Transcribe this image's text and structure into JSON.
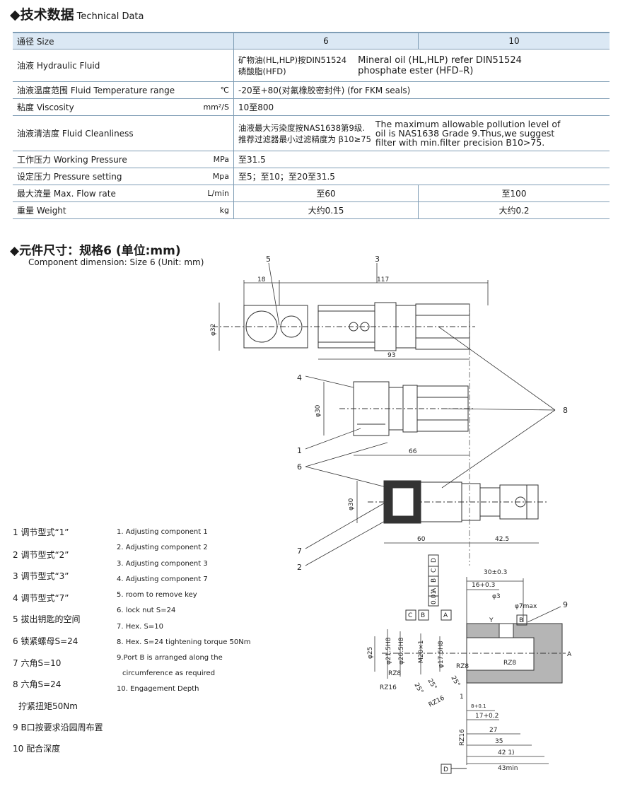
{
  "header": {
    "title_cn": "◆技术数据",
    "title_en": "Technical Data"
  },
  "table": {
    "rows": [
      {
        "label": "通径 Size",
        "unit": "",
        "c6": "6",
        "c10": "10"
      },
      {
        "label": "油液 Hydraulic Fluid",
        "unit": "",
        "cn1": "矿物油(HL,HLP)按DIN51524",
        "cn2": "磷酸脂(HFD)",
        "en1": "Mineral oil (HL,HLP) refer DIN51524",
        "en2": "phosphate ester (HFD–R)"
      },
      {
        "label": "油液温度范围 Fluid Temperature range",
        "unit": "℃",
        "value": "-20至+80(对氟橡胶密封件) (for FKM seals)"
      },
      {
        "label": "粘度 Viscosity",
        "unit": "mm²/S",
        "value": "10至800"
      },
      {
        "label": "油液清洁度 Fluid Cleanliness",
        "unit": "",
        "cn1": "油液最大污染度按NAS1638第9级.",
        "cn2": "推荐过滤器最小过滤精度为 β10≥75",
        "en1": "The maximum allowable pollution level of",
        "en2": "oil is NAS1638 Grade 9.Thus,we suggest",
        "en3": "filter with min.filter precision B10>75."
      },
      {
        "label": "工作压力 Working Pressure",
        "unit": "MPa",
        "value": "至31.5"
      },
      {
        "label": "设定压力 Pressure setting",
        "unit": "Mpa",
        "value": "至5；至10；至20至31.5"
      },
      {
        "label": "最大流量 Max. Flow rate",
        "unit": "L/min",
        "c6": "至60",
        "c10": "至100"
      },
      {
        "label": "重量 Weight",
        "unit": "kg",
        "c6": "大约0.15",
        "c10": "大约0.2"
      }
    ]
  },
  "section2": {
    "title": "◆元件尺寸：规格6 (单位:mm)",
    "subtitle": "Component dimension: Size 6 (Unit: mm)"
  },
  "legend_cn": [
    "1 调节型式“1”",
    "2 调节型式“2”",
    "3 调节型式“3”",
    "4 调节型式“7”",
    "5 拔出钥匙的空间",
    "6 锁紧螺母S=24",
    "7 六角S=10",
    "8 六角S=24",
    "拧紧扭矩50Nm",
    "9 B口按要求沿园周布置",
    "10 配合深度"
  ],
  "legend_en": [
    "1. Adjusting component  1",
    "2. Adjusting component  2",
    "3. Adjusting component  3",
    "4. Adjusting component  7",
    "5. room to remove key",
    "6. lock nut S=24",
    "7. Hex. S=10",
    "8. Hex. S=24 tightening torque 50Nm",
    "9.Port B is arranged along the",
    "circumference as required",
    "10. Engagement Depth"
  ],
  "drawing": {
    "callouts": [
      "5",
      "3",
      "4",
      "8",
      "1",
      "6",
      "7",
      "2",
      "9"
    ],
    "dims": [
      "18",
      "117",
      "φ32",
      "93",
      "φ30",
      "66",
      "φ30",
      "60",
      "42.5",
      "30±0.3",
      "16+0.3",
      "φ3",
      "φ7max",
      "φ25",
      "φ21.5H8",
      "φ20.5H8",
      "M20×1",
      "φ17.5H8",
      "25°",
      "25°",
      "25°",
      "8+0.1",
      "1",
      "17+0.2",
      "27",
      "35",
      "42 1)",
      "43min"
    ],
    "datums": [
      "C",
      "B",
      "A",
      "Y",
      "B",
      "A",
      "D",
      "D"
    ],
    "frame": [
      "0.01",
      "A",
      "B",
      "C",
      "D"
    ],
    "rough": [
      "RZ8",
      "RZ8",
      "RZ8",
      "RZ16",
      "RZ16",
      "RZ16"
    ]
  }
}
